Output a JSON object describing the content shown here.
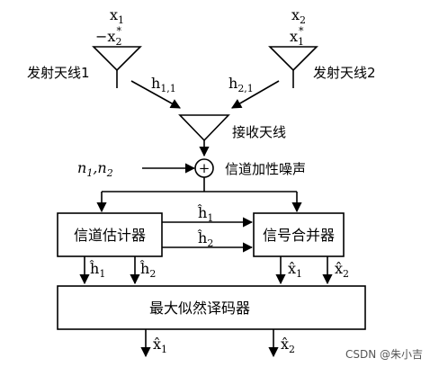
{
  "tx1": {
    "sym_top": "x",
    "sub_top": "1",
    "sym_bottom_prefix": "−x",
    "sub_bottom": "2",
    "sup_bottom": "*",
    "label": "发射天线1"
  },
  "tx2": {
    "sym_top": "x",
    "sub_top": "2",
    "sym_bottom": "x",
    "sub_bottom": "1",
    "sup_bottom": "*",
    "label": "发射天线2"
  },
  "channels": {
    "h11_sym": "h",
    "h11_sub": "1,1",
    "h21_sym": "h",
    "h21_sub": "2,1"
  },
  "rx": {
    "label": "接收天线"
  },
  "noise": {
    "n1": "n",
    "n1_sub": "1",
    "comma": ",",
    "n2": "n",
    "n2_sub": "2",
    "adder_symbol": "+",
    "label": "信道加性噪声"
  },
  "estimator": {
    "label": "信道估计器",
    "out_h1": "ĥ",
    "out_h1_sub": "1",
    "out_h2": "ĥ",
    "out_h2_sub": "2"
  },
  "combiner": {
    "label": "信号合并器",
    "out_x1": "x̂",
    "out_x1_sub": "1",
    "out_x2": "x̂",
    "out_x2_sub": "2"
  },
  "between": {
    "h1": "ĥ",
    "h1_sub": "1",
    "h2": "ĥ",
    "h2_sub": "2"
  },
  "decoder": {
    "label": "最大似然译码器",
    "out_x1": "x̂",
    "out_x1_sub": "1",
    "out_x2": "x̂",
    "out_x2_sub": "2"
  },
  "watermark": "CSDN @朱小吉"
}
